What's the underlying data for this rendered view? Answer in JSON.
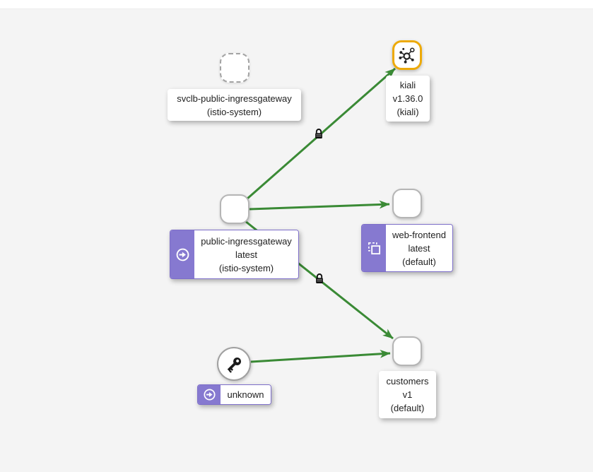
{
  "app_context": "service-mesh-graph",
  "colors": {
    "edge_traffic_green": "#3a8a35",
    "node_border_gray": "#b5b5b5",
    "kiali_node_border_orange": "#edaa09",
    "badge_purple": "#8679d0",
    "label_border_purple": "#7d6ec9",
    "canvas_background": "#f4f4f4",
    "label_text": "#212121"
  },
  "icons": {
    "kiali_node": "mesh-graph-icon",
    "unknown_node": "key-icon",
    "gateway_badge": "arrow-circle-right-icon",
    "web_frontend_badge": "clone-icon",
    "edge_security": "lock-icon"
  },
  "graph": {
    "nodes": [
      {
        "id": "svclb-public-ingressgateway",
        "shape": "square-dashed",
        "label_lines": [
          "svclb-public-ingressgateway",
          "(istio-system)"
        ]
      },
      {
        "id": "kiali",
        "shape": "square-orange",
        "icon": "mesh-graph-icon",
        "label_lines": [
          "kiali",
          "v1.36.0",
          "(kiali)"
        ]
      },
      {
        "id": "public-ingressgateway",
        "shape": "square",
        "badge": "arrow-circle-right-icon",
        "label_lines": [
          "public-ingressgateway",
          "latest",
          "(istio-system)"
        ]
      },
      {
        "id": "web-frontend",
        "shape": "square",
        "badge": "clone-icon",
        "label_lines": [
          "web-frontend",
          "latest",
          "(default)"
        ]
      },
      {
        "id": "customers",
        "shape": "square",
        "label_lines": [
          "customers",
          "v1",
          "(default)"
        ]
      },
      {
        "id": "unknown",
        "shape": "circle",
        "icon": "key-icon",
        "badge": "arrow-circle-right-icon",
        "label_lines": [
          "unknown"
        ]
      }
    ],
    "edges": [
      {
        "from": "public-ingressgateway",
        "to": "kiali",
        "secured": true
      },
      {
        "from": "public-ingressgateway",
        "to": "web-frontend",
        "secured": false
      },
      {
        "from": "public-ingressgateway",
        "to": "customers",
        "secured": true
      },
      {
        "from": "unknown",
        "to": "customers",
        "secured": false
      }
    ]
  }
}
